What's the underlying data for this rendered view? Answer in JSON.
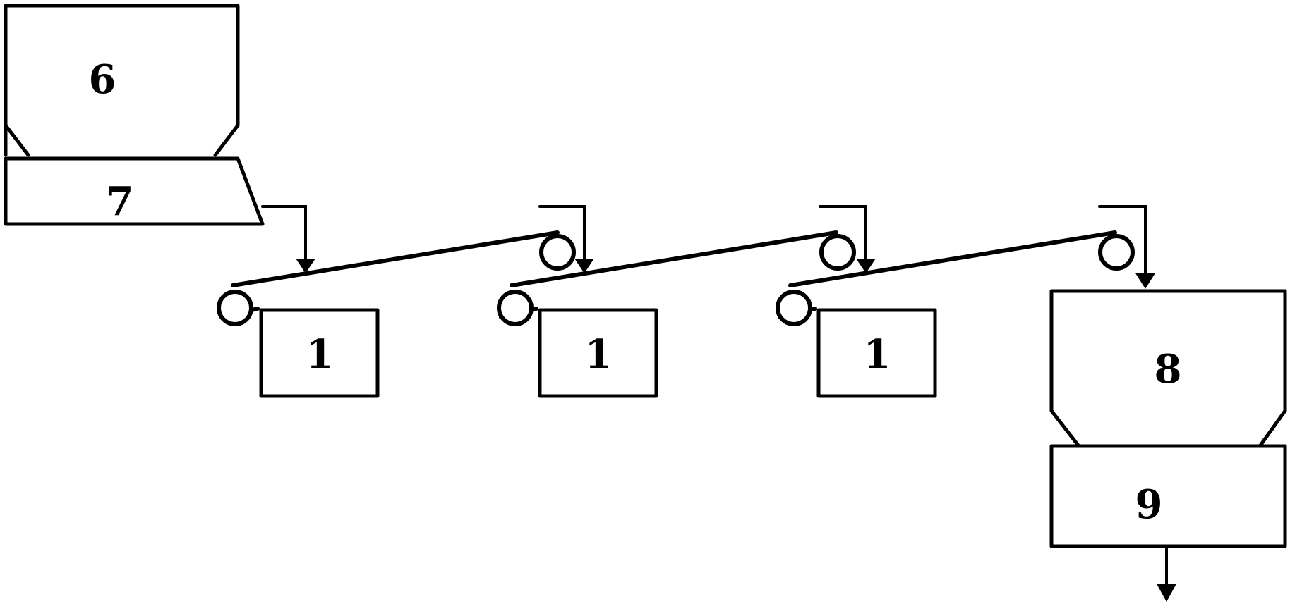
{
  "diagram": {
    "labels": {
      "hopper_top": "6",
      "feeder": "7",
      "unit_a": "1",
      "unit_b": "1",
      "unit_c": "1",
      "hopper_bottom": "8",
      "discharge": "9"
    },
    "colors": {
      "line": "#000000",
      "background": "#ffffff"
    }
  }
}
